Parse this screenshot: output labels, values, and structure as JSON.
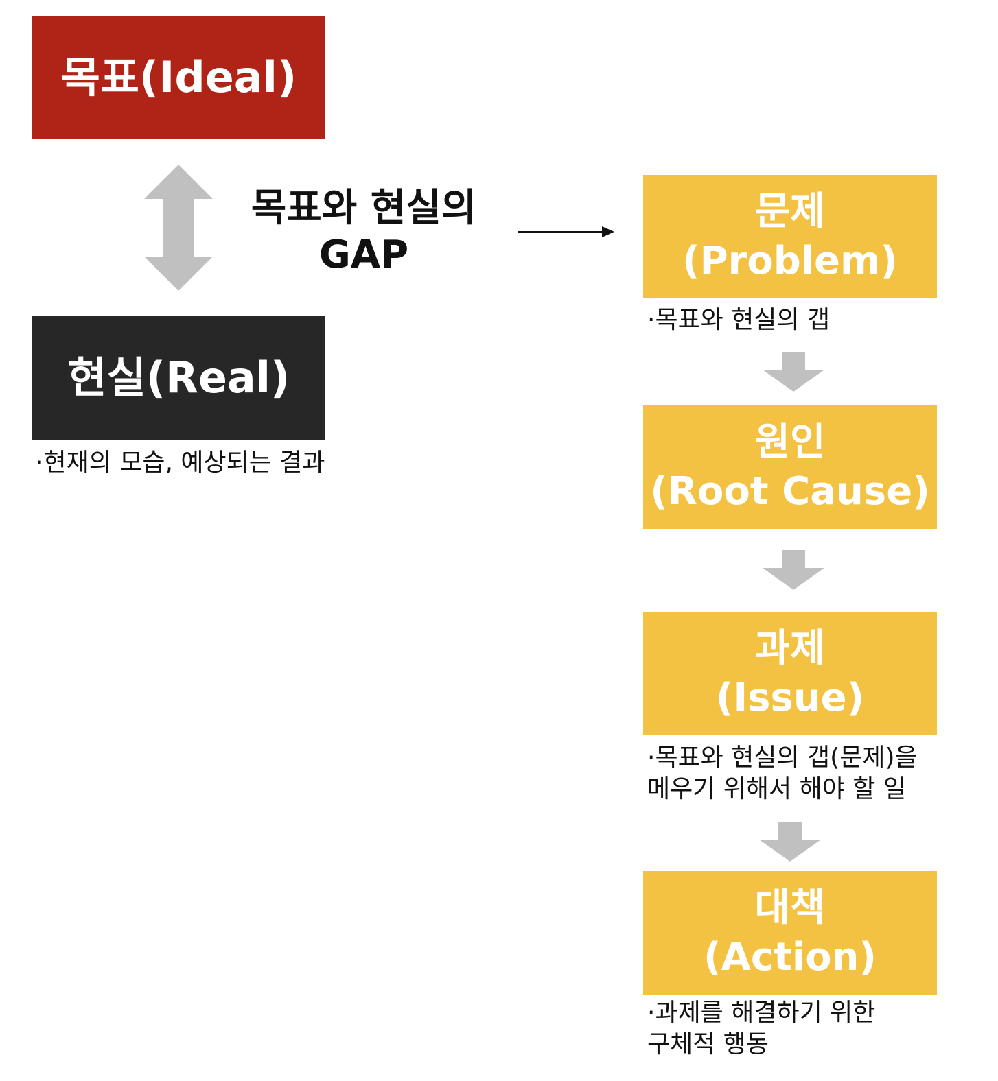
{
  "ideal": {
    "label": "목표(Ideal)"
  },
  "real": {
    "label": "현실(Real)",
    "note": "·현재의 모습, 예상되는 결과"
  },
  "gap": {
    "line1": "목표와 현실의",
    "line2": "GAP"
  },
  "flow": [
    {
      "title": "문제",
      "subtitle": "(Problem)",
      "note": "·목표와 현실의 갭"
    },
    {
      "title": "원인",
      "subtitle": "(Root Cause)",
      "note": ""
    },
    {
      "title": "과제",
      "subtitle": "(Issue)",
      "note": "·목표와 현실의 갭(문제)을\n메우기 위해서 해야 할 일"
    },
    {
      "title": "대책",
      "subtitle": "(Action)",
      "note": "·과제를 해결하기 위한\n구체적 행동"
    }
  ],
  "colors": {
    "ideal": "#b02418",
    "real": "#272727",
    "flow_box": "#f4c242",
    "arrow_gray": "#c0c0c0",
    "text_dark": "#111111"
  }
}
